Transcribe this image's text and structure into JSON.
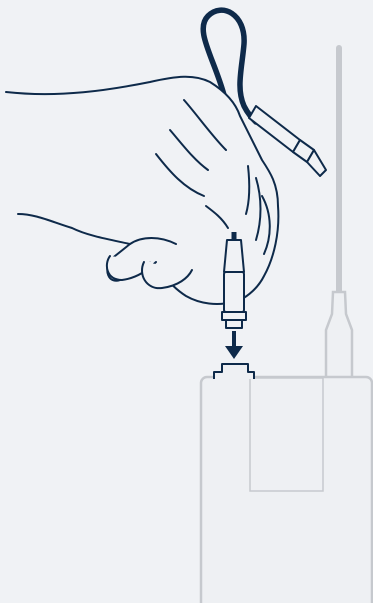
{
  "illustration": {
    "colors": {
      "background": "#f0f2f5",
      "outline_dark": "#0e2a4a",
      "hand_fill": "#f0f2f5",
      "device_outline": "#c6c9ce",
      "device_fill": "#eef0f3",
      "antenna": "#c6c9ce"
    },
    "parts": [
      "hand",
      "cable",
      "plug",
      "insertion-arrow",
      "bodypack-transmitter",
      "antenna",
      "connector-socket"
    ]
  }
}
